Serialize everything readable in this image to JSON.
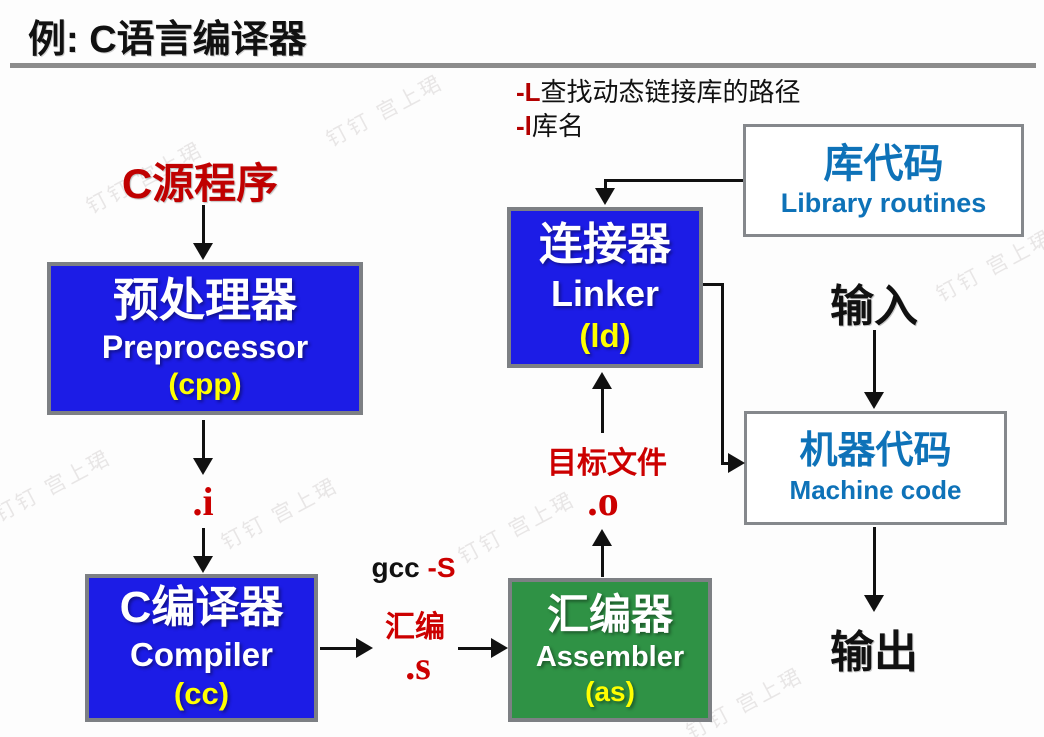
{
  "title": "例: C语言编译器",
  "notes": {
    "line1_flag": "-L",
    "line1_text": "查找动态链接库的路径",
    "line2_flag": "-l",
    "line2_text": "库名"
  },
  "nodes": {
    "source": {
      "label": "C源程序"
    },
    "preprocessor": {
      "zh": "预处理器",
      "en": "Preprocessor",
      "cmd": "(cpp)"
    },
    "compiler": {
      "zh": "C编译器",
      "en": "Compiler",
      "cmd": "(cc)"
    },
    "assembler": {
      "zh": "汇编器",
      "en": "Assembler",
      "cmd": "(as)"
    },
    "linker": {
      "zh": "连接器",
      "en": "Linker",
      "cmd": "(ld)"
    },
    "library": {
      "zh": "库代码",
      "en": "Library routines"
    },
    "machine_code": {
      "zh": "机器代码",
      "en": "Machine code"
    }
  },
  "labels": {
    "intermediate_i": ".i",
    "gcc_cmd": "gcc ",
    "gcc_flag": "-S",
    "assemble_step": "汇编",
    "asm_file": ".s",
    "object_name": "目标文件",
    "object_file": ".o",
    "input": "输入",
    "output": "输出"
  },
  "watermark": {
    "text": "钉钉 宫上珺"
  },
  "colors": {
    "box_blue": "#1c1ce6",
    "box_green": "#2f9245",
    "border_gray": "#7d8084",
    "accent_blue": "#0e72b8",
    "accent_red": "#c00000",
    "bright_red": "#cc0000",
    "cmd_yellow": "#ffff00",
    "rule_gray": "#8c8c8c"
  }
}
